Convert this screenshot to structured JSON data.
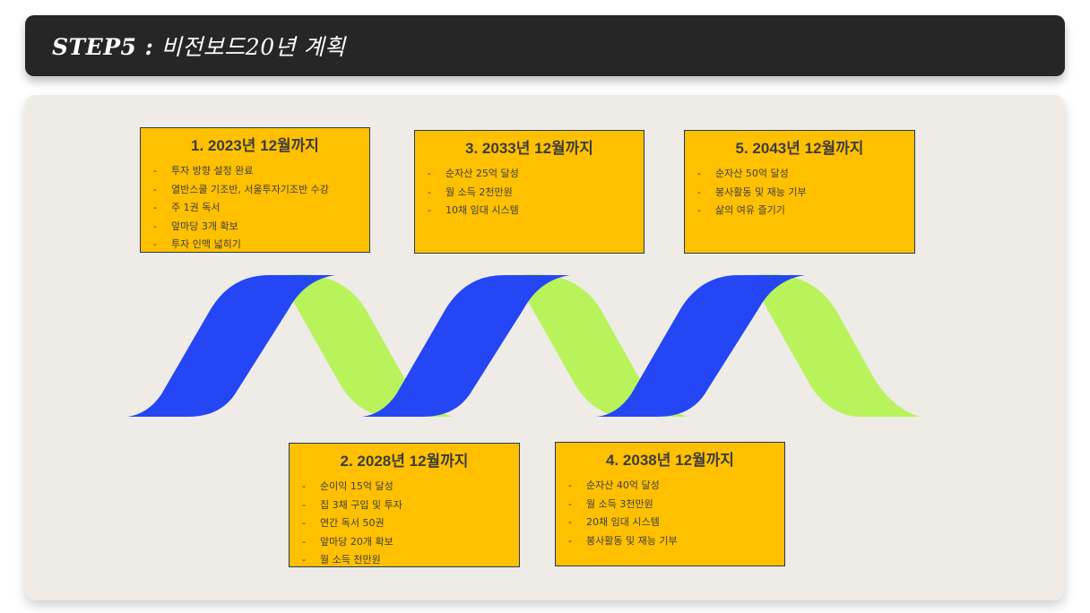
{
  "header": {
    "step": "STEP5 :",
    "title": "비전보드20년 계획"
  },
  "colors": {
    "card_bg": "#ffc000",
    "ribbon_blue": "#2446f5",
    "ribbon_green": "#b8f35c",
    "title_bar": "#262626"
  },
  "cards": [
    {
      "title": "1. 2023년 12월까지",
      "items": [
        "투자 방향 설정 완료",
        "열반스쿨 기조반, 서울투자기조반 수강",
        "주 1권 독서",
        "앞마당 3개 확보",
        "투자 인맥 넓히기"
      ]
    },
    {
      "title": "2. 2028년 12월까지",
      "items": [
        "순이익 15억 달성",
        "집 3채 구입 및 투자",
        "연간 독서 50권",
        "앞마당 20개 확보",
        "월 소득 천만원"
      ]
    },
    {
      "title": "3. 2033년 12월까지",
      "items": [
        "순자산  25억 달성",
        "월 소득 2천만원",
        "10채 임대 시스템"
      ]
    },
    {
      "title": "4. 2038년 12월까지",
      "items": [
        "순자산 40억 달성",
        "월 소득 3천만원",
        "20채 임대 시스템",
        "봉사활동 및 재능 기부"
      ]
    },
    {
      "title": "5. 2043년 12월까지",
      "items": [
        "순자산 50억 달성",
        "봉사활동 및 재능 기부",
        "삶의 여유 즐기기"
      ]
    }
  ]
}
